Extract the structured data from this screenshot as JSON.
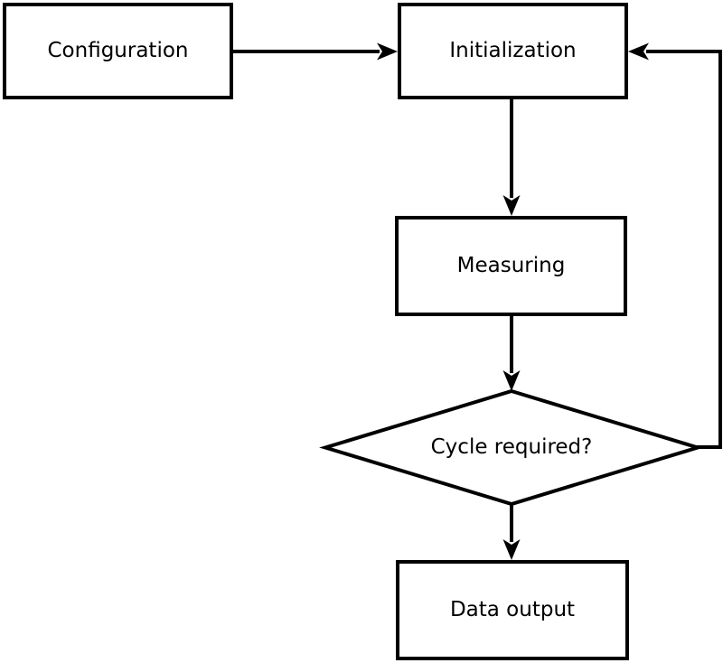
{
  "diagram": {
    "type": "flowchart",
    "background_color": "#ffffff",
    "stroke_color": "#000000",
    "text_color": "#000000",
    "nodes": {
      "configuration": {
        "label": "Configuration",
        "shape": "rectangle"
      },
      "initialization": {
        "label": "Initialization",
        "shape": "rectangle"
      },
      "measuring": {
        "label": "Measuring",
        "shape": "rectangle"
      },
      "cycle_required": {
        "label": "Cycle required?",
        "shape": "diamond"
      },
      "data_output": {
        "label": "Data output",
        "shape": "rectangle"
      }
    },
    "edges": [
      {
        "from": "Configuration",
        "to": "Initialization",
        "style": "arrow-right"
      },
      {
        "from": "Initialization",
        "to": "Measuring",
        "style": "arrow-down"
      },
      {
        "from": "Measuring",
        "to": "Cycle required?",
        "style": "arrow-down"
      },
      {
        "from": "Cycle required?",
        "to": "Data output",
        "style": "arrow-down"
      },
      {
        "from": "Cycle required?",
        "to": "Initialization",
        "style": "loop-right-up-arrow-left"
      }
    ]
  }
}
